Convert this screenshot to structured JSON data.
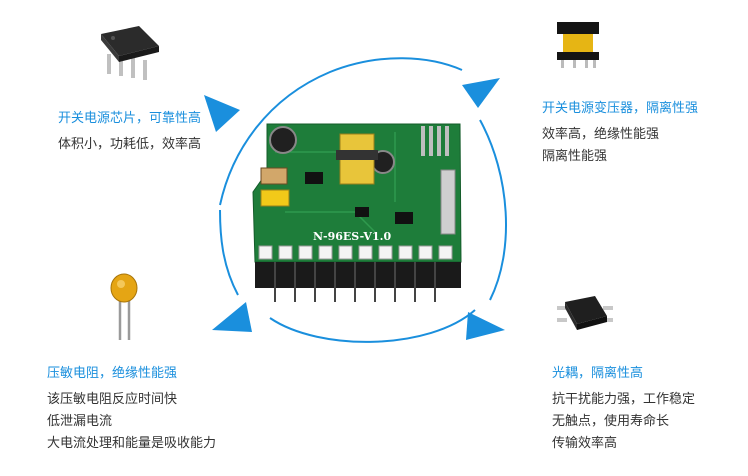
{
  "colors": {
    "accent": "#1a8fdd",
    "text": "#333333",
    "pcb": "#1e7d3a"
  },
  "board": {
    "silkscreen": "N-96ES-V1.0"
  },
  "features": {
    "top_left": {
      "title": "开关电源芯片，可靠性高",
      "lines": [
        "体积小，功耗低，效率高"
      ]
    },
    "top_right": {
      "title": "开关电源变压器，隔离性强",
      "lines": [
        "效率高，绝缘性能强",
        "隔离性能强"
      ]
    },
    "bottom_left": {
      "title": "压敏电阻，绝缘性能强",
      "lines": [
        "该压敏电阻反应时间快",
        "低泄漏电流",
        "大电流处理和能量是吸收能力"
      ]
    },
    "bottom_right": {
      "title": "光耦，隔离性高",
      "lines": [
        "抗干扰能力强，工作稳定",
        "无触点，使用寿命长",
        "传输效率高"
      ]
    }
  },
  "icons": [
    "ic-chip-icon",
    "transformer-icon",
    "varistor-icon",
    "optocoupler-icon",
    "arrow-icon"
  ]
}
